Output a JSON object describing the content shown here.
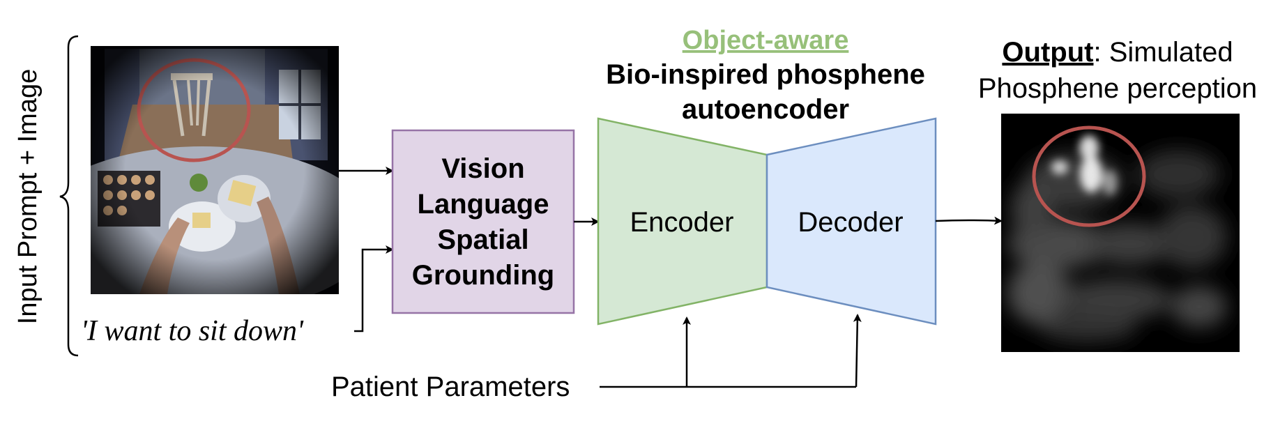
{
  "input_side_label": "Input Prompt + Image",
  "input_prompt": "'I want to sit down'",
  "vlm_box": {
    "lines": [
      "Vision",
      "Language",
      "Spatial",
      "Grounding"
    ]
  },
  "autoencoder": {
    "object_aware": "Object-aware",
    "title_line1": "Bio-inspired phosphene",
    "title_line2": "autoencoder",
    "encoder_label": "Encoder",
    "decoder_label": "Decoder"
  },
  "output": {
    "bold": "Output",
    "rest": ": Simulated",
    "line2": "Phosphene perception"
  },
  "patient_parameters": "Patient Parameters",
  "colors": {
    "vlm_fill": "#e1d5e7",
    "vlm_stroke": "#9673a6",
    "encoder_fill": "#d5e8d4",
    "encoder_stroke": "#82b366",
    "decoder_fill": "#dae8fc",
    "decoder_stroke": "#6c8ebf",
    "object_aware": "#97c07a",
    "highlight_circle": "#b85450"
  }
}
